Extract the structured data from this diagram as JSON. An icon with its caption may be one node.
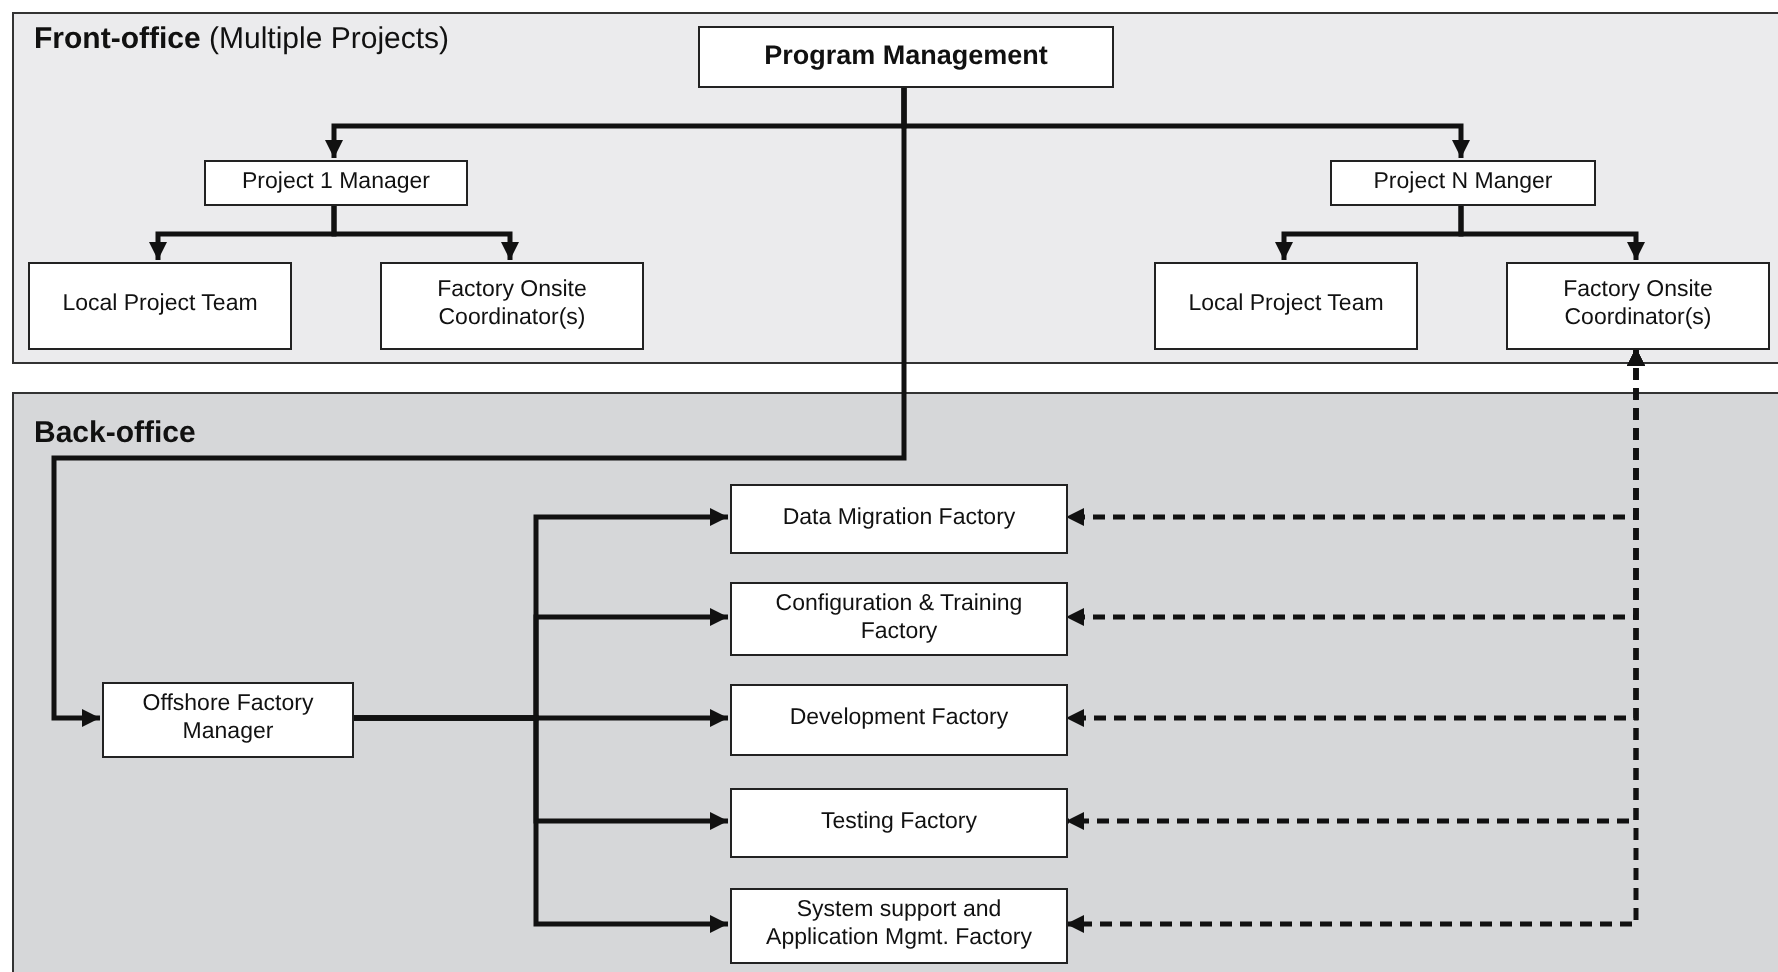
{
  "diagram": {
    "nodes": [
      {
        "text": [
          "**Front-office** (Multiple Projects)"
        ]
      },
      {
        "text": [
          "Program Management"
        ],
        "in": 0
      },
      {
        "text": [
          "Project 1 Manager"
        ],
        "in": 0
      },
      {
        "text": [
          "Project N Manger"
        ],
        "in": 0
      },
      {
        "text": [
          "Local Project Team"
        ],
        "in": 0
      },
      {
        "text": [
          "Factory Onsite Coordinator(s)"
        ],
        "in": 0
      },
      {
        "text": [
          "Local Project Team"
        ],
        "in": 0
      },
      {
        "text": [
          "Factory Onsite Coordinator(s)"
        ],
        "in": 0
      },
      {
        "text": [
          "Back-office"
        ]
      },
      {
        "text": [
          "Offshore Factory Manager"
        ],
        "in": 8
      },
      {
        "text": [
          "Data Migration Factory"
        ],
        "in": 8
      },
      {
        "text": [
          "Configuration & Training Factory"
        ],
        "in": 8
      },
      {
        "text": [
          "Development Factory"
        ],
        "in": 8
      },
      {
        "text": [
          "Testing Factory"
        ],
        "in": 8
      },
      {
        "text": [
          "System support and Application Mgmt. Factory"
        ],
        "in": 8
      }
    ],
    "edges": [
      {
        "from": 1,
        "to": 2,
        "arrow": "to"
      },
      {
        "from": 1,
        "to": 3,
        "arrow": "to"
      },
      {
        "from": 2,
        "to": 4,
        "arrow": "to"
      },
      {
        "from": 2,
        "to": 5,
        "arrow": "to"
      },
      {
        "from": 3,
        "to": 6,
        "arrow": "to"
      },
      {
        "from": 3,
        "to": 7,
        "arrow": "to"
      },
      {
        "from": 1,
        "to": 9,
        "arrow": "to"
      },
      {
        "from": 9,
        "to": 10,
        "arrow": "to"
      },
      {
        "from": 9,
        "to": 11,
        "arrow": "to"
      },
      {
        "from": 9,
        "to": 12,
        "arrow": "to"
      },
      {
        "from": 9,
        "to": 13,
        "arrow": "to"
      },
      {
        "from": 9,
        "to": 14,
        "arrow": "to"
      },
      {
        "from": 7,
        "to": 10,
        "arrow": "both",
        "style": "dashed"
      },
      {
        "from": 7,
        "to": 11,
        "arrow": "both",
        "style": "dashed"
      },
      {
        "from": 7,
        "to": 12,
        "arrow": "both",
        "style": "dashed"
      },
      {
        "from": 7,
        "to": 13,
        "arrow": "both",
        "style": "dashed"
      },
      {
        "from": 7,
        "to": 14,
        "arrow": "both",
        "style": "dashed"
      }
    ]
  }
}
